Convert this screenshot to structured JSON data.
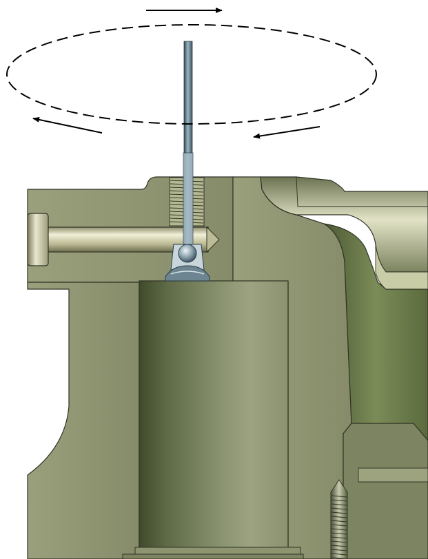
{
  "diagram": {
    "subject": "sectioned-vise-with-swivel-screw-pad",
    "colors": {
      "body": "#8d9270",
      "body_light": "#a9ad88",
      "body_dark": "#55603f",
      "outline": "#2f3324",
      "steel": "#6f8a96",
      "steel_light": "#b9cbd3",
      "steel_dark": "#3a5360",
      "pin_light": "#e3e2c6",
      "arrow": "#000000",
      "background": "#ffffff"
    },
    "annotations": {
      "rotation_path": "dashed-ellipse",
      "arrow_count": 3,
      "rotation_direction": "clockwise"
    }
  }
}
